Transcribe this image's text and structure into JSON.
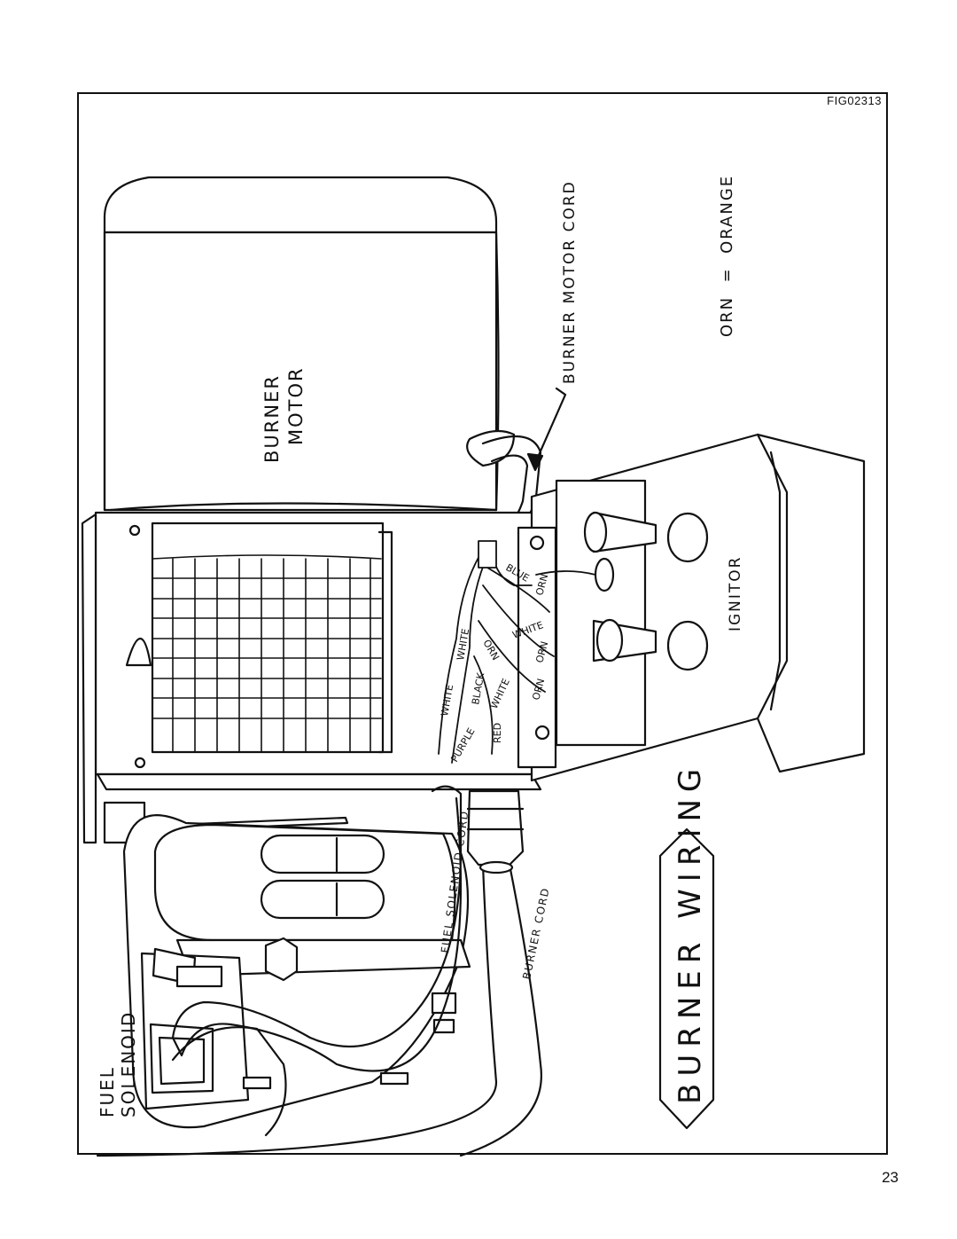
{
  "figure_code": "FIG02313",
  "page_number": "23",
  "title": "BURNER WIRING",
  "legend": {
    "text": "ORN  =  ORANGE"
  },
  "labels": {
    "burner_motor": [
      "BURNER",
      "MOTOR"
    ],
    "burner_motor_cord": "BURNER MOTOR CORD",
    "ignitor": "IGNITOR",
    "fuel_solenoid": [
      "FUEL",
      "SOLENOID"
    ],
    "fuel_solenoid_cord": "FUEL SOLENOID CORD",
    "burner_cord": "BURNER CORD"
  },
  "wire_tags": {
    "blue": "BLUE",
    "orn_top": "ORN",
    "white_top": "WHITE",
    "orn_mid": "ORN",
    "white_left": "WHITE",
    "orn_low": "ORN",
    "black": "BLACK",
    "white_mid": "WHITE",
    "orn_bottom": "ORN",
    "white_bottom": "WHITE",
    "purple": "PURPLE",
    "red": "RED"
  }
}
